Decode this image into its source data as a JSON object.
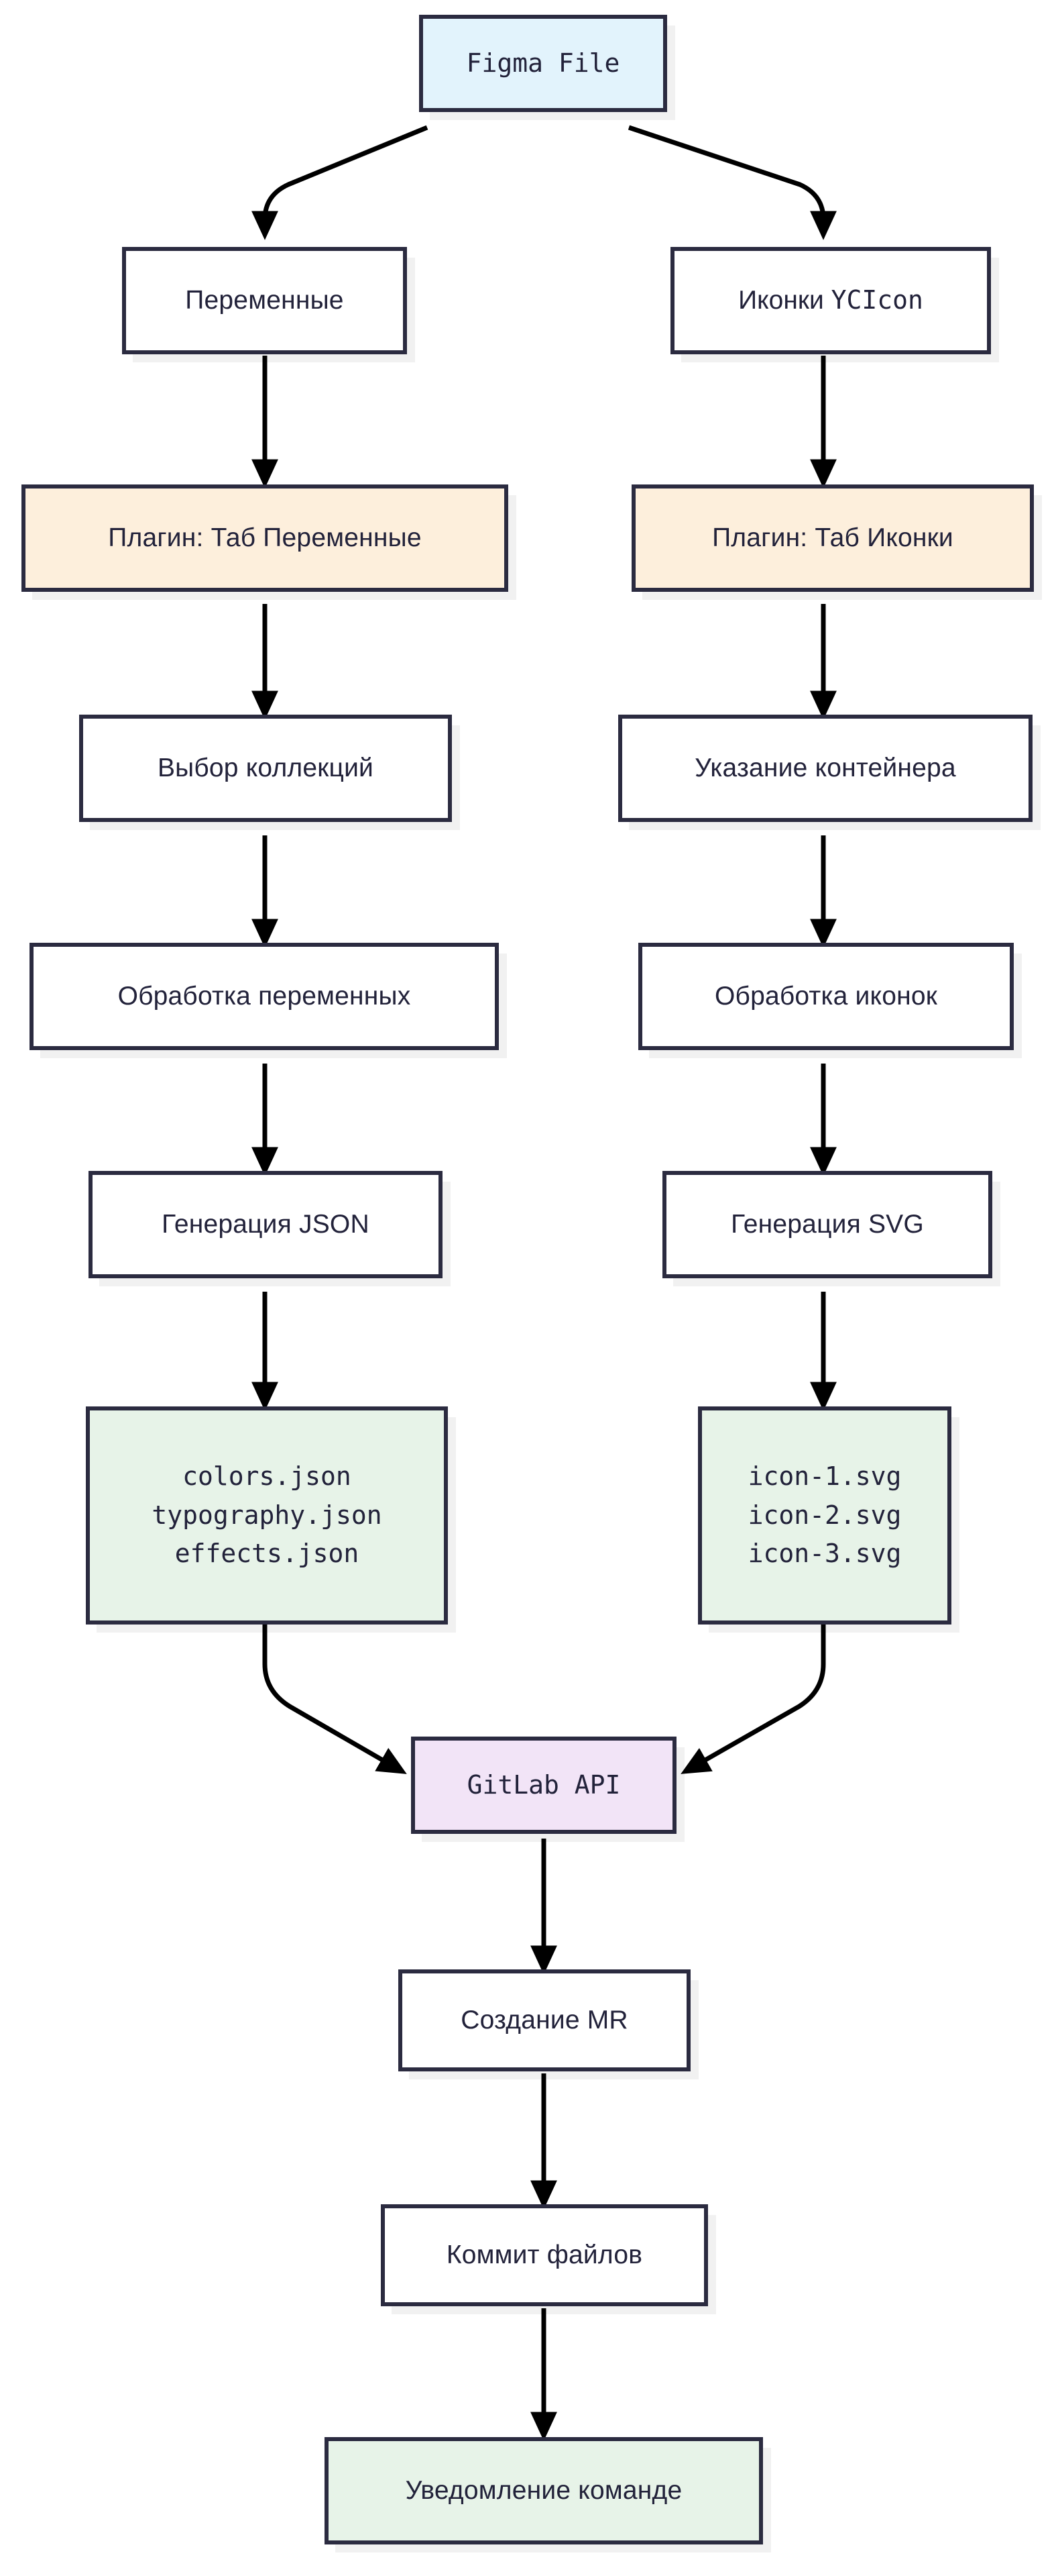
{
  "diagram": {
    "title": "Figma to GitLab design token and icon export pipeline",
    "type": "flowchart",
    "direction": "top-down",
    "background": "#ffffff",
    "border_color": "#2b2b40",
    "text_color": "#22223a",
    "palette": {
      "blue": "#e2f3fc",
      "orange": "#fdefdc",
      "green": "#e7f3e8",
      "purple": "#f2e4f7",
      "white": "#ffffff"
    }
  },
  "nodes": {
    "figma_file": {
      "label": "Figma File",
      "fill": "#e2f3fc",
      "font": "mono"
    },
    "variables": {
      "label": "Переменные",
      "fill": "#ffffff",
      "font": "sans"
    },
    "icons_yc": {
      "label_text": "Иконки ",
      "label_code": "YCIcon",
      "fill": "#ffffff",
      "font": "mixed"
    },
    "plugin_tab_variables": {
      "label": "Плагин: Таб Переменные",
      "fill": "#fdefdc",
      "font": "sans"
    },
    "plugin_tab_icons": {
      "label": "Плагин: Таб Иконки",
      "fill": "#fdefdc",
      "font": "sans"
    },
    "select_collections": {
      "label": "Выбор коллекций",
      "fill": "#ffffff",
      "font": "sans"
    },
    "specify_container": {
      "label": "Указание контейнера",
      "fill": "#ffffff",
      "font": "sans"
    },
    "process_variables": {
      "label": "Обработка переменных",
      "fill": "#ffffff",
      "font": "sans"
    },
    "process_icons": {
      "label": "Обработка иконок",
      "fill": "#ffffff",
      "font": "sans"
    },
    "generate_json": {
      "label": "Генерация JSON",
      "fill": "#ffffff",
      "font": "sans"
    },
    "generate_svg": {
      "label": "Генерация SVG",
      "fill": "#ffffff",
      "font": "sans"
    },
    "json_files": {
      "fill": "#e7f3e8",
      "font": "mono",
      "lines": [
        "colors.json",
        "typography.json",
        "effects.json"
      ]
    },
    "svg_files": {
      "fill": "#e7f3e8",
      "font": "mono",
      "lines": [
        "icon-1.svg",
        "icon-2.svg",
        "icon-3.svg"
      ]
    },
    "gitlab_api": {
      "label": "GitLab API",
      "fill": "#f2e4f7",
      "font": "mono"
    },
    "create_mr": {
      "label": "Создание MR",
      "fill": "#ffffff",
      "font": "sans"
    },
    "commit_files": {
      "label": "Коммит файлов",
      "fill": "#ffffff",
      "font": "sans"
    },
    "notify_team": {
      "label": "Уведомление команде",
      "fill": "#e7f3e8",
      "font": "sans"
    }
  },
  "edges": [
    {
      "from": "figma_file",
      "to": "variables"
    },
    {
      "from": "figma_file",
      "to": "icons_yc"
    },
    {
      "from": "variables",
      "to": "plugin_tab_variables"
    },
    {
      "from": "icons_yc",
      "to": "plugin_tab_icons"
    },
    {
      "from": "plugin_tab_variables",
      "to": "select_collections"
    },
    {
      "from": "plugin_tab_icons",
      "to": "specify_container"
    },
    {
      "from": "select_collections",
      "to": "process_variables"
    },
    {
      "from": "specify_container",
      "to": "process_icons"
    },
    {
      "from": "process_variables",
      "to": "generate_json"
    },
    {
      "from": "process_icons",
      "to": "generate_svg"
    },
    {
      "from": "generate_json",
      "to": "json_files"
    },
    {
      "from": "generate_svg",
      "to": "svg_files"
    },
    {
      "from": "json_files",
      "to": "gitlab_api"
    },
    {
      "from": "svg_files",
      "to": "gitlab_api"
    },
    {
      "from": "gitlab_api",
      "to": "create_mr"
    },
    {
      "from": "create_mr",
      "to": "commit_files"
    },
    {
      "from": "commit_files",
      "to": "notify_team"
    }
  ]
}
